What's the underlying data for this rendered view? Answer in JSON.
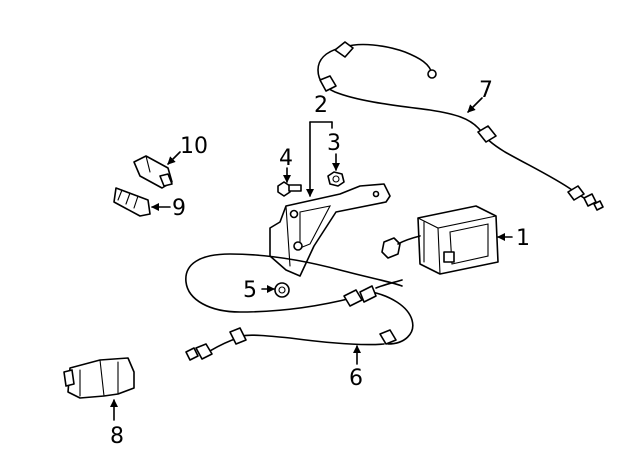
{
  "callouts": [
    {
      "id": "1",
      "text": "1"
    },
    {
      "id": "2",
      "text": "2"
    },
    {
      "id": "3",
      "text": "3"
    },
    {
      "id": "4",
      "text": "4"
    },
    {
      "id": "5",
      "text": "5"
    },
    {
      "id": "6",
      "text": "6"
    },
    {
      "id": "7",
      "text": "7"
    },
    {
      "id": "8",
      "text": "8"
    },
    {
      "id": "9",
      "text": "9"
    },
    {
      "id": "10",
      "text": "10"
    }
  ],
  "colors": {
    "line": "#000000",
    "background": "#ffffff"
  }
}
